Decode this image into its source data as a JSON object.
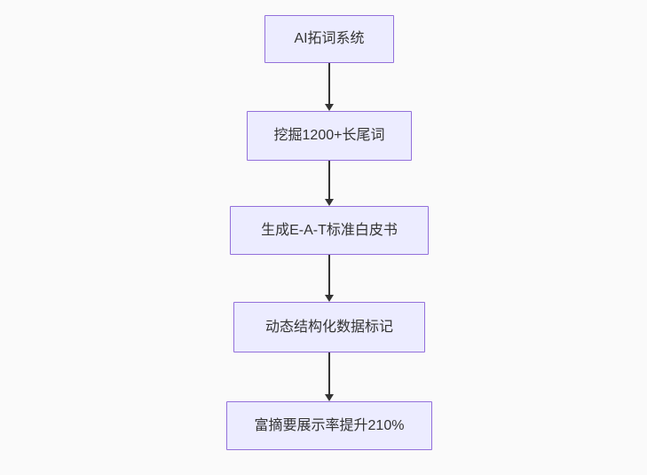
{
  "theme": {
    "canvas_bg": "#fafafa",
    "node_fill": "#ECECFF",
    "node_border": "#9370DB",
    "arrow_color": "#333333",
    "text_color": "#333333"
  },
  "flowchart": {
    "type": "flowchart-top-down",
    "nodes": [
      {
        "label": "AI拓词系统"
      },
      {
        "label": "挖掘1200+长尾词"
      },
      {
        "label": "生成E-A-T标准白皮书"
      },
      {
        "label": "动态结构化数据标记"
      },
      {
        "label": "富摘要展示率提升210%"
      }
    ],
    "edges": [
      {
        "from": 0,
        "to": 1
      },
      {
        "from": 1,
        "to": 2
      },
      {
        "from": 2,
        "to": 3
      },
      {
        "from": 3,
        "to": 4
      }
    ]
  }
}
